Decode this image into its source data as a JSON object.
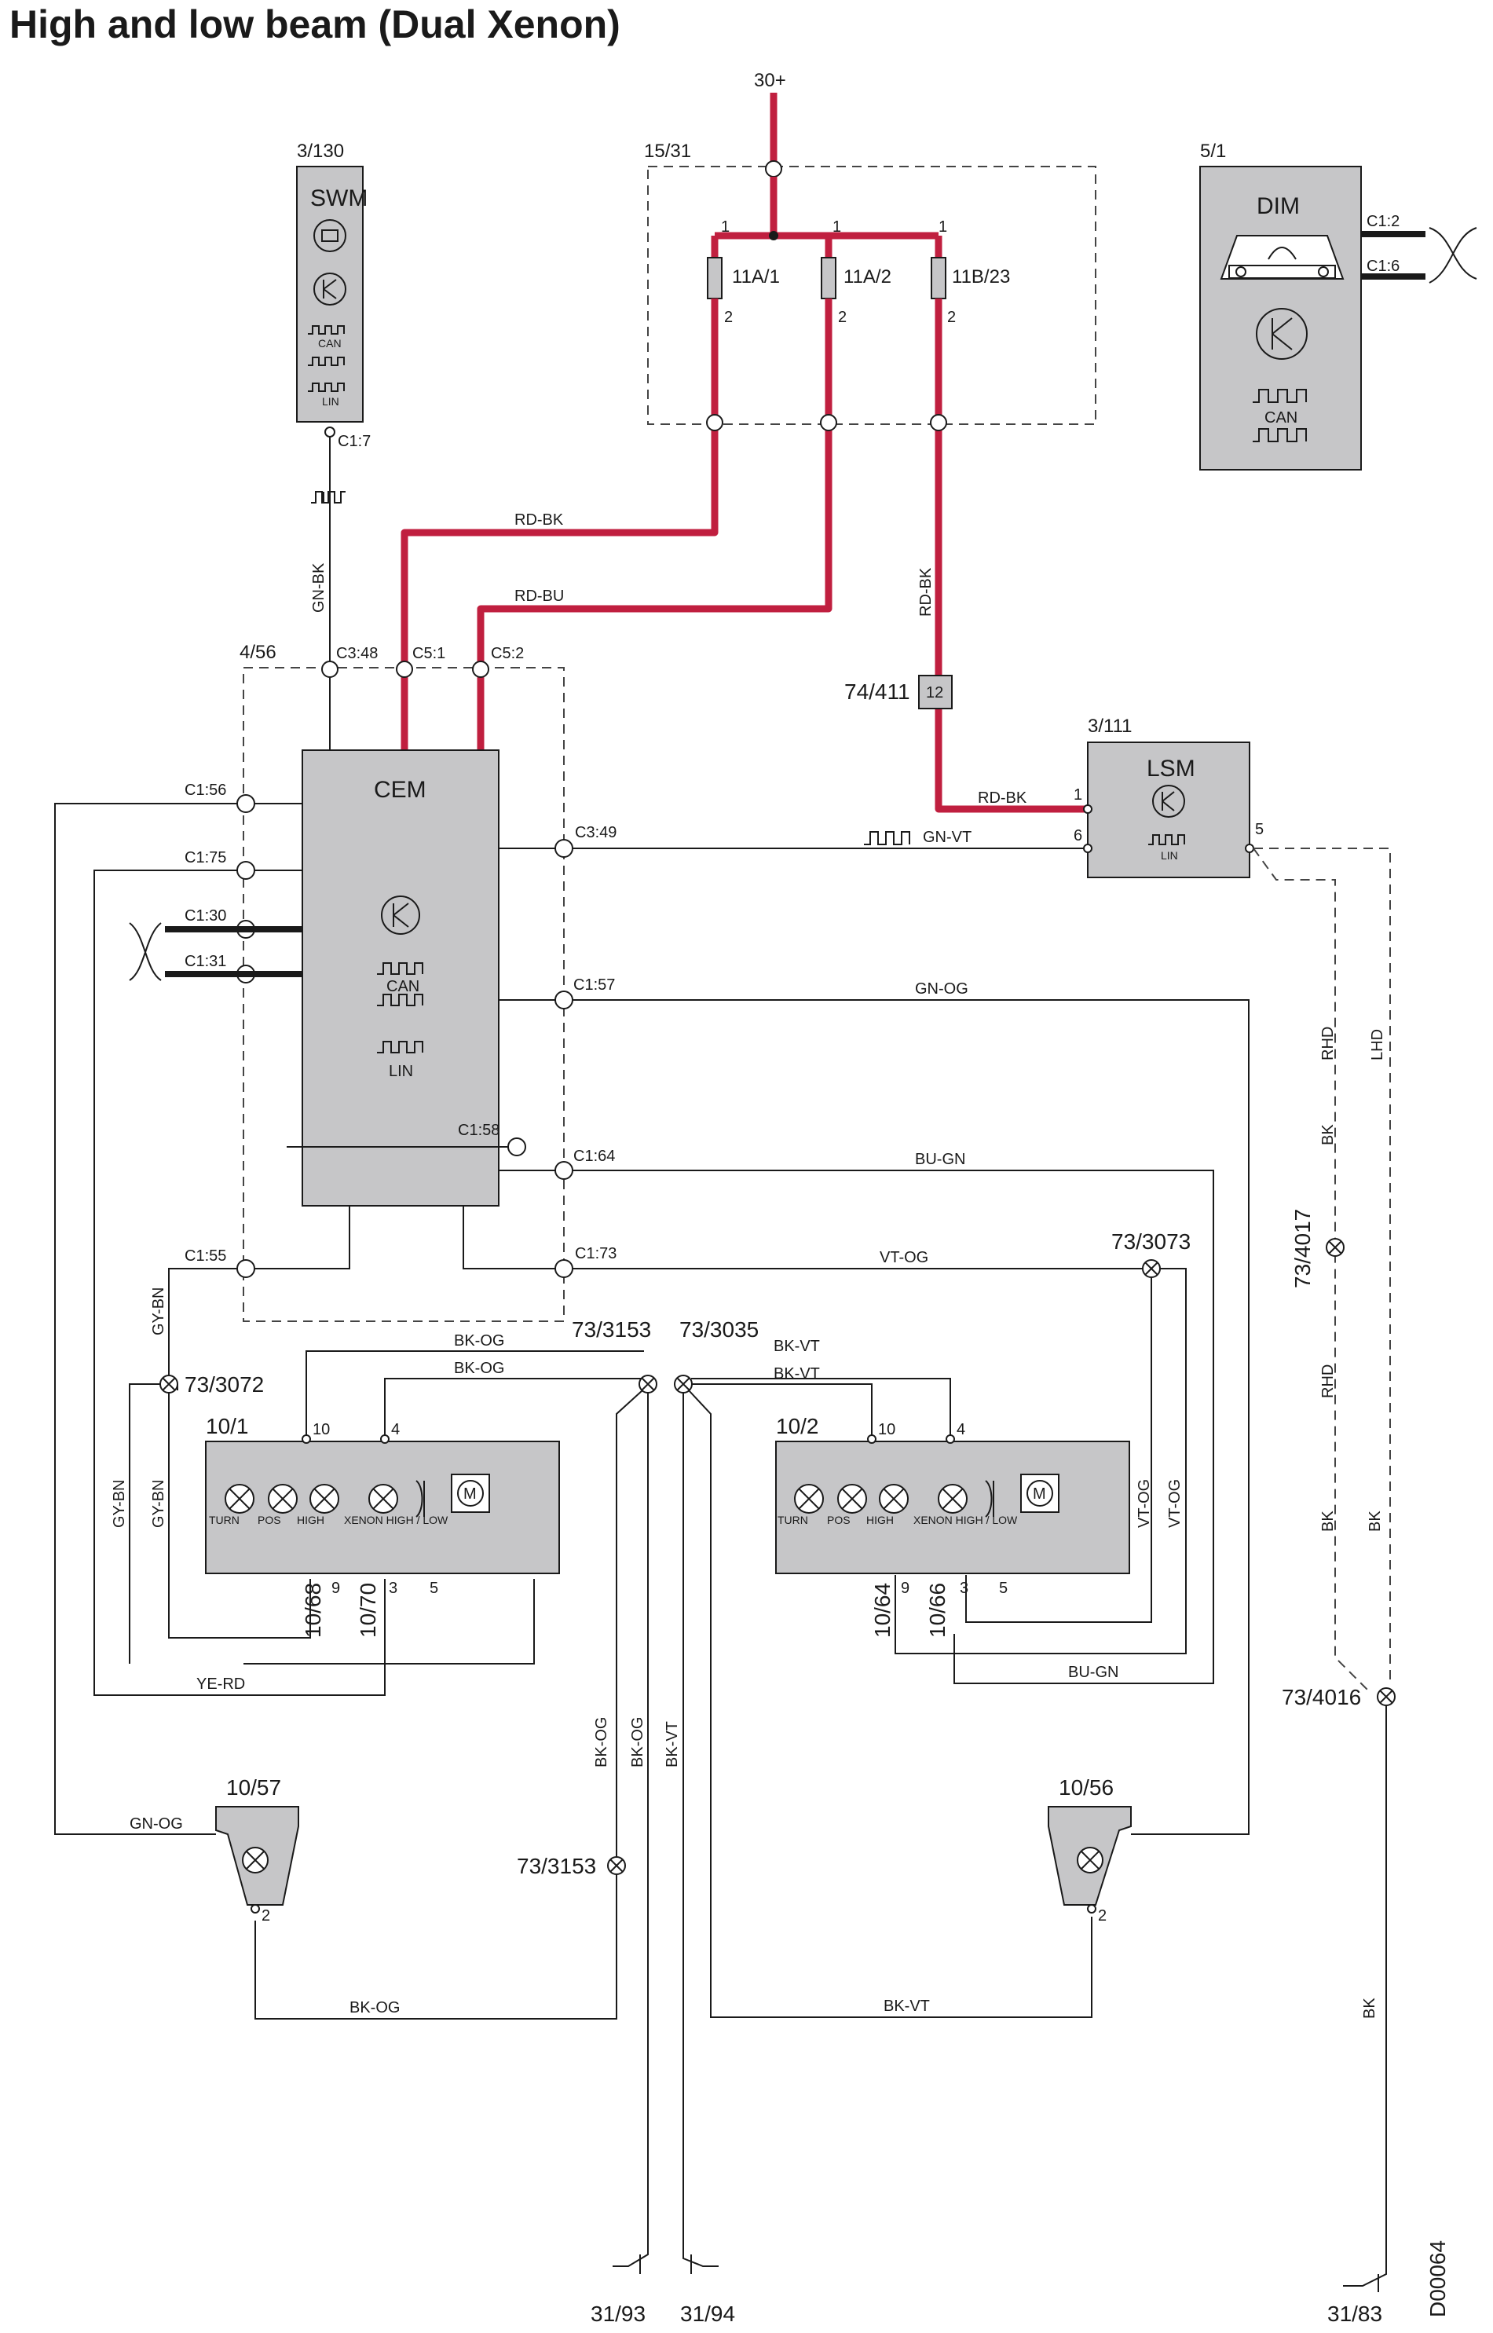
{
  "title": "High and low beam (Dual Xenon)",
  "doc_id": "D00064",
  "supply": "30+",
  "fuse_box": {
    "ref": "15/31",
    "fuses": [
      "11A/1",
      "11A/2",
      "11B/23"
    ],
    "pin_in": "1",
    "pin_out": "2"
  },
  "swm": {
    "ref": "3/130",
    "name": "SWM",
    "can": "CAN",
    "lin": "LIN",
    "connector": "C1:7",
    "wire": "GN-BK"
  },
  "dim": {
    "ref": "5/1",
    "name": "DIM",
    "can": "CAN",
    "pins": [
      "C1:2",
      "C1:6"
    ]
  },
  "cem": {
    "ref": "4/56",
    "name": "CEM",
    "can": "CAN",
    "lin": "LIN",
    "top_pins": [
      "C3:48",
      "C5:1",
      "C5:2"
    ],
    "left_pins": [
      "C1:56",
      "C1:75",
      "C1:30",
      "C1:31",
      "C1:55"
    ],
    "right_pins": [
      "C3:49",
      "C1:57",
      "C1:58",
      "C1:64",
      "C1:73"
    ]
  },
  "connector_74_411": {
    "ref": "74/411",
    "pin": "12"
  },
  "lsm": {
    "ref": "3/111",
    "name": "LSM",
    "lin": "LIN",
    "pins": [
      "1",
      "6",
      "5"
    ]
  },
  "wires": {
    "rd_bk": "RD-BK",
    "rd_bu": "RD-BU",
    "gn_vt": "GN-VT",
    "gn_og": "GN-OG",
    "bu_gn": "BU-GN",
    "vt_og": "VT-OG",
    "gy_bn": "GY-BN",
    "ye_rd": "YE-RD",
    "bk_og": "BK-OG",
    "bk_vt": "BK-VT",
    "bk": "BK",
    "rhd": "RHD",
    "lhd": "LHD"
  },
  "splices": [
    "73/3073",
    "73/3153",
    "73/3035",
    "73/3072",
    "73/4017",
    "73/4016",
    "73/3153"
  ],
  "headlamp_left": {
    "ref": "10/1",
    "lamps": [
      "TURN",
      "POS",
      "HIGH",
      "XENON HIGH / LOW"
    ],
    "pins_top": [
      "10",
      "4"
    ],
    "pins_bottom": [
      "9",
      "3",
      "5"
    ],
    "sub_refs": [
      "10/68",
      "10/70"
    ]
  },
  "headlamp_right": {
    "ref": "10/2",
    "lamps": [
      "TURN",
      "POS",
      "HIGH",
      "XENON HIGH / LOW"
    ],
    "pins_top": [
      "10",
      "4"
    ],
    "pins_bottom": [
      "9",
      "3",
      "5"
    ],
    "sub_refs": [
      "10/64",
      "10/66"
    ]
  },
  "foglamp_left": {
    "ref": "10/57",
    "pin": "2"
  },
  "foglamp_right": {
    "ref": "10/56",
    "pin": "2"
  },
  "grounds": [
    "31/93",
    "31/94",
    "31/83"
  ]
}
